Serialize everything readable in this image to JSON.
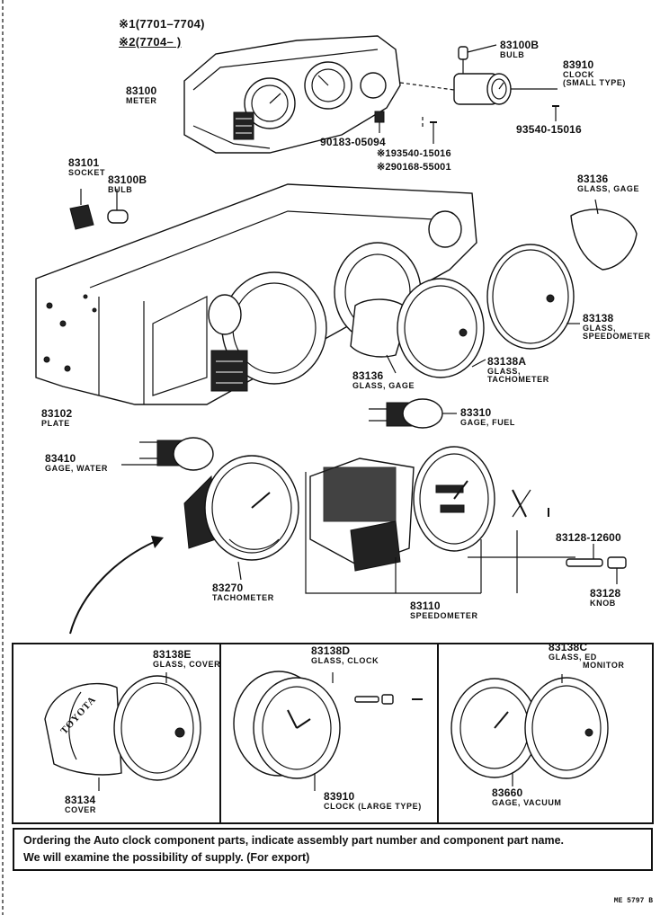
{
  "legend": {
    "mark1": "※1",
    "range1": "(7701–7704)",
    "mark2": "※2",
    "range2": "(7704–         )"
  },
  "parts": {
    "p83100B_top": {
      "number": "83100B",
      "name": "BULB"
    },
    "p83910_small": {
      "number": "83910",
      "name_line1": "CLOCK",
      "name_line2": "(SMALL TYPE)"
    },
    "p83100": {
      "number": "83100",
      "name": "METER"
    },
    "p90183": {
      "number": "90183-05094"
    },
    "p193540": {
      "number": "※193540-15016"
    },
    "p290168": {
      "number": "※290168-55001"
    },
    "p93540": {
      "number": "93540-15016"
    },
    "p83101": {
      "number": "83101",
      "name": "SOCKET"
    },
    "p83100B_left": {
      "number": "83100B",
      "name": "BULB"
    },
    "p83136_top": {
      "number": "83136",
      "name": "GLASS, GAGE"
    },
    "p83138": {
      "number": "83138",
      "name_line1": "GLASS,",
      "name_line2": "SPEEDOMETER"
    },
    "p83138A": {
      "number": "83138A",
      "name_line1": "GLASS,",
      "name_line2": "TACHOMETER"
    },
    "p83136_mid": {
      "number": "83136",
      "name": "GLASS, GAGE"
    },
    "p83102": {
      "number": "83102",
      "name": "PLATE"
    },
    "p83310": {
      "number": "83310",
      "name": "GAGE, FUEL"
    },
    "p83410": {
      "number": "83410",
      "name": "GAGE, WATER"
    },
    "p83128_12600": {
      "number": "83128-12600"
    },
    "p83270": {
      "number": "83270",
      "name": "TACHOMETER"
    },
    "p83128": {
      "number": "83128",
      "name": "KNOB"
    },
    "p83110": {
      "number": "83110",
      "name": "SPEEDOMETER"
    },
    "p83138E": {
      "number": "83138E",
      "name": "GLASS, COVER"
    },
    "p83138D": {
      "number": "83138D",
      "name": "GLASS, CLOCK"
    },
    "p83138C": {
      "number": "83138C",
      "name_line1": "GLASS, ED",
      "name_line2": "MONITOR"
    },
    "p83134": {
      "number": "83134",
      "name": "COVER"
    },
    "p83910_large": {
      "number": "83910",
      "name": "CLOCK (LARGE TYPE)"
    },
    "p83660": {
      "number": "83660",
      "name": "GAGE, VACUUM"
    }
  },
  "cover_logo": "TOYOTA",
  "note": {
    "line1": "Ordering the Auto clock component parts, indicate assembly part number and component part name.",
    "line2": "We will examine the possibility of supply. (For export)"
  },
  "page_code": "ME 5797 B"
}
